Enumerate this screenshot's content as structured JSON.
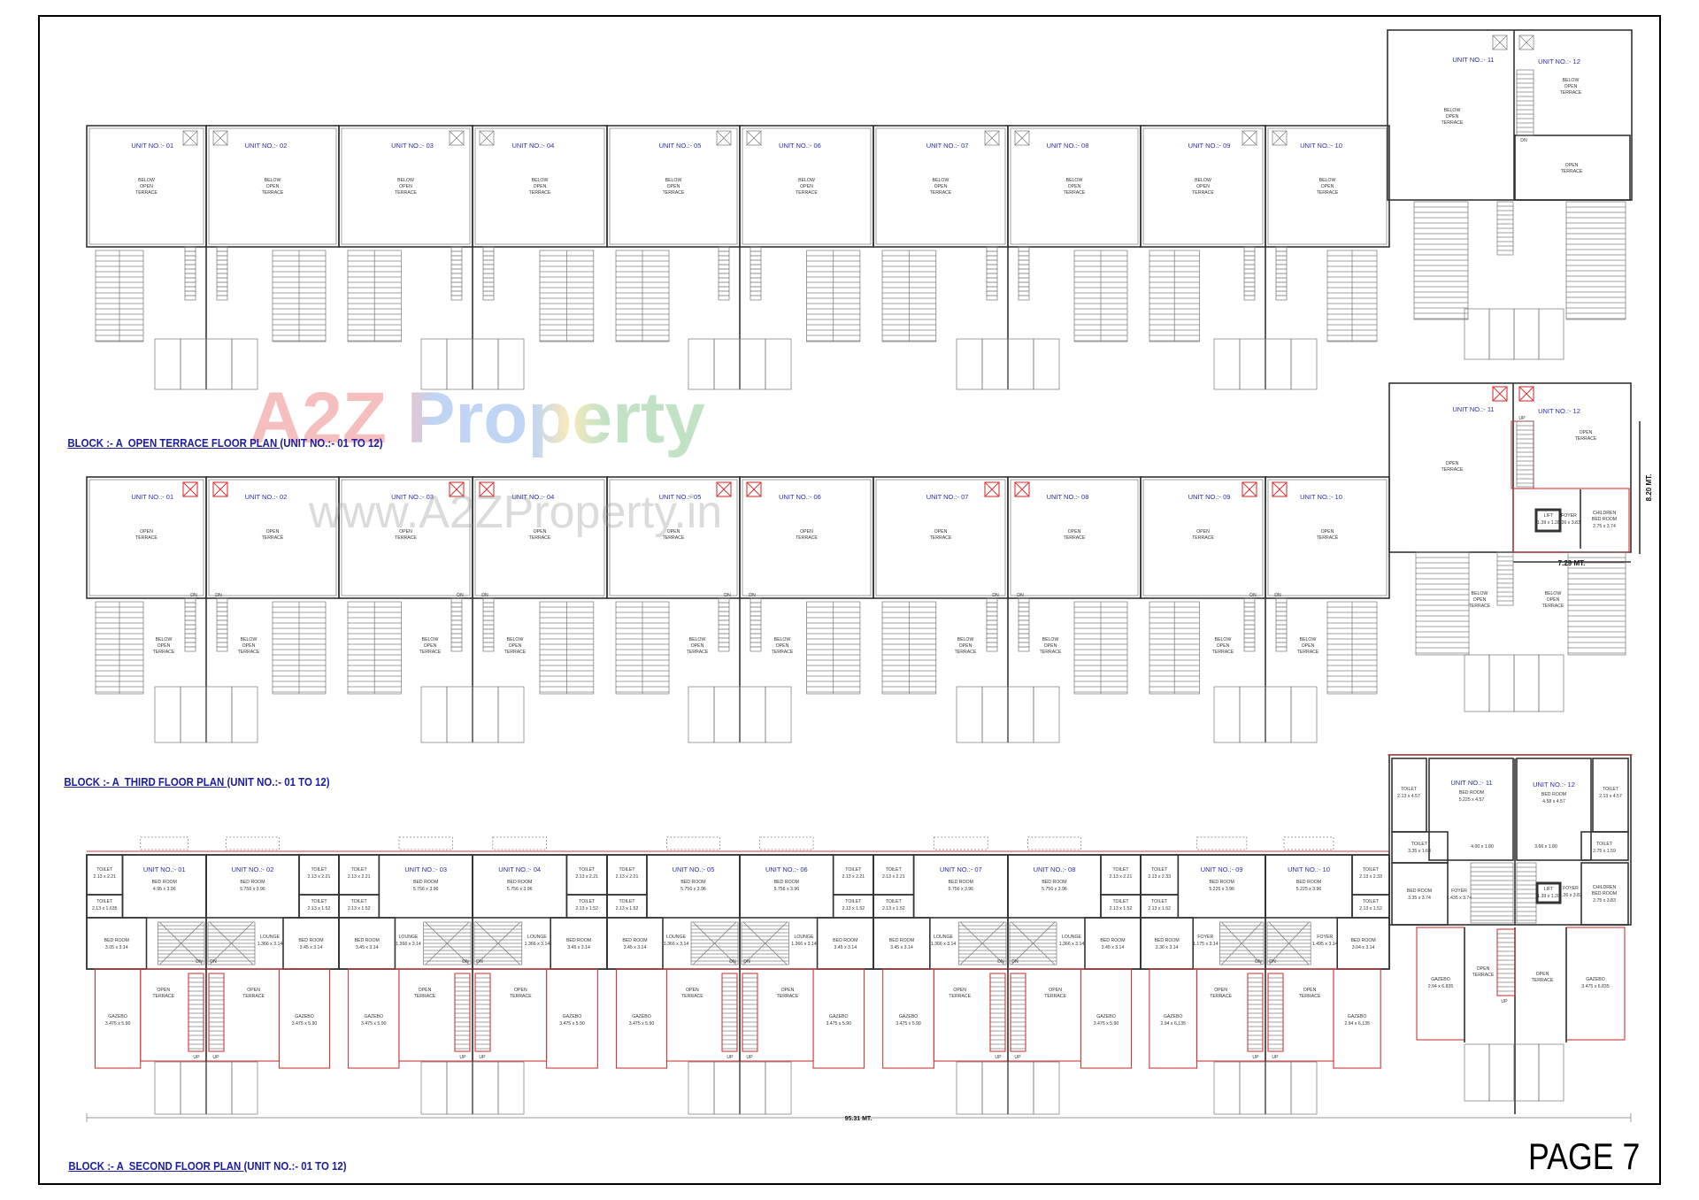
{
  "page": {
    "number_label": "PAGE 7"
  },
  "watermark": {
    "brand": "A2Z Property",
    "url": "www.A2ZProperty.in",
    "colors": [
      "#e85a5a",
      "#5b8fe0",
      "#f2c94c",
      "#5fb56a"
    ]
  },
  "common": {
    "below_open_terrace": [
      "BELOW",
      "OPEN",
      "TERRACE"
    ],
    "open_terrace": [
      "OPEN",
      "TERRACE"
    ],
    "up": "UP",
    "dn": "DN"
  },
  "colors": {
    "unit_label": "#2b2bb0",
    "title": "#1c1ca0",
    "boundary_red": "#d23a3a"
  },
  "terrace_floor": {
    "title_main": "BLOCK :- A  OPEN TERRACE FLOOR PLAN ",
    "title_units": "(UNIT NO.:- 01 TO 12)",
    "units": [
      "UNIT NO.:- 01",
      "UNIT NO.:- 02",
      "UNIT NO.:- 03",
      "UNIT NO.:- 04",
      "UNIT NO.:- 05",
      "UNIT NO.:- 06",
      "UNIT NO.:- 07",
      "UNIT NO.:- 08",
      "UNIT NO.:- 09",
      "UNIT NO.:- 10",
      "UNIT NO.:- 11",
      "UNIT NO.:- 12"
    ]
  },
  "third_floor": {
    "title_main": "BLOCK :- A  THIRD FLOOR PLAN ",
    "title_units": "(UNIT NO.:- 01 TO 12)",
    "units": [
      "UNIT NO.:- 01",
      "UNIT NO.:- 02",
      "UNIT NO.:- 03",
      "UNIT NO.:- 04",
      "UNIT NO.:- 05",
      "UNIT NO.:- 06",
      "UNIT NO.:- 07",
      "UNIT NO.:- 08",
      "UNIT NO.:- 09",
      "UNIT NO.:- 10",
      "UNIT NO.:- 11",
      "UNIT NO.:- 12"
    ],
    "lift": {
      "label": "LIFT",
      "dim": "1.39 x 1.20"
    },
    "foyer": {
      "label": "FOYER",
      "dim": "1.26 x 3.83"
    },
    "children_bedroom": {
      "label1": "CHILDREN",
      "label2": "BED ROOM",
      "dim": "2.75 x 3.74"
    },
    "dim_height": "8.20 MT.",
    "dim_width": "7.29 MT."
  },
  "second_floor": {
    "title_main": "BLOCK :- A  SECOND FLOOR PLAN ",
    "title_units": "(UNIT NO.:- 01 TO 12)",
    "overall_dim": "95.31 MT.",
    "units": [
      {
        "label": "UNIT NO.:- 01",
        "toilet_a": "2.13 x 2.21",
        "toilet_b": "2.13 x 1.635",
        "master_bedroom": "4.95 x 3.96",
        "bedroom": "3.05 x 3.14",
        "lounge": null,
        "gazebo": "3.475 x 5.90"
      },
      {
        "label": "UNIT NO.:- 02",
        "toilet_a": "2.13 x 2.21",
        "toilet_b": "2.13 x 1.52",
        "master_bedroom": "5.756 x 3.96",
        "bedroom": "3.45 x 3.14",
        "lounge": {
          "name": "LOUNGE",
          "dim": "1.366 x 3.14"
        },
        "gazebo": "3.475 x 5.90"
      },
      {
        "label": "UNIT NO.:- 03",
        "toilet_a": "2.13 x 2.21",
        "toilet_b": "2.13 x 1.52",
        "master_bedroom": "5.756 x 3.96",
        "bedroom": "3.45 x 3.14",
        "lounge": {
          "name": "LOUNGE",
          "dim": "1.366 x 3.14"
        },
        "gazebo": "3.475 x 5.90"
      },
      {
        "label": "UNIT NO.:- 04",
        "toilet_a": "2.13 x 2.21",
        "toilet_b": "2.13 x 1.52",
        "master_bedroom": "5.756 x 3.96",
        "bedroom": "3.45 x 3.14",
        "lounge": {
          "name": "LOUNGE",
          "dim": "1.366 x 3.14"
        },
        "gazebo": "3.475 x 5.90"
      },
      {
        "label": "UNIT NO.:- 05",
        "toilet_a": "2.13 x 2.21",
        "toilet_b": "2.13 x 1.52",
        "master_bedroom": "5.756 x 3.96",
        "bedroom": "3.45 x 3.14",
        "lounge": {
          "name": "LOUNGE",
          "dim": "1.366 x 3.14"
        },
        "gazebo": "3.475 x 5.90"
      },
      {
        "label": "UNIT NO.:- 06",
        "toilet_a": "2.13 x 2.21",
        "toilet_b": "2.13 x 1.52",
        "master_bedroom": "5.756 x 3.96",
        "bedroom": "3.45 x 3.14",
        "lounge": {
          "name": "LOUNGE",
          "dim": "1.366 x 3.14"
        },
        "gazebo": "3.475 x 5.90"
      },
      {
        "label": "UNIT NO.:- 07",
        "toilet_a": "2.13 x 2.21",
        "toilet_b": "2.13 x 1.52",
        "master_bedroom": "5.756 x 3.96",
        "bedroom": "3.45 x 3.14",
        "lounge": {
          "name": "LOUNGE",
          "dim": "1.366 x 3.14"
        },
        "gazebo": "3.475 x 5.90"
      },
      {
        "label": "UNIT NO.:- 08",
        "toilet_a": "2.13 x 2.21",
        "toilet_b": "2.13 x 1.52",
        "master_bedroom": "5.756 x 3.96",
        "bedroom": "3.45 x 3.14",
        "lounge": {
          "name": "LOUNGE",
          "dim": "1.366 x 3.14"
        },
        "gazebo": "3.475 x 5.90"
      },
      {
        "label": "UNIT NO.:- 09",
        "toilet_a": "2.13 x 2.33",
        "toilet_b": "2.13 x 1.52",
        "master_bedroom": "5.225 x 3.96",
        "bedroom": "3.36 x 3.14",
        "lounge": {
          "name": "FOYER",
          "dim": "1.175 x 3.14"
        },
        "gazebo": "2.94 x 6.135"
      },
      {
        "label": "UNIT NO.:- 10",
        "toilet_a": "2.13 x 2.33",
        "toilet_b": "2.13 x 1.52",
        "master_bedroom": "5.225 x 3.96",
        "bedroom": "3.04 x 3.14",
        "lounge": {
          "name": "FOYER",
          "dim": "1.495 x 3.14"
        },
        "gazebo": "2.94 x 6.135"
      }
    ],
    "room_names": {
      "toilet": "TOILET",
      "bedroom": "BED ROOM",
      "gazebo": "GAZEBO"
    },
    "unit_11": {
      "label": "UNIT NO.:- 11",
      "toilet_a": "2.13 x 4.57",
      "master_bedroom": "5.225 x 4.57",
      "toilet_b": "3.35 x 1.68",
      "passage": "4.00 x 1.80",
      "bedroom": "3.35 x 3.74",
      "foyer": {
        "name": "FOYER",
        "dim": "1.435 x 3.74"
      },
      "gazebo": "2.94 x 6.835"
    },
    "unit_12": {
      "label": "UNIT NO.:- 12",
      "master_bedroom": "4.58 x 4.57",
      "toilet_a": "2.13 x 4.57",
      "toilet_b": "2.75 x 1.59",
      "passage": "3.66 x 1.80",
      "lift": {
        "name": "LIFT",
        "dim": "1.39 x 1.20"
      },
      "foyer": {
        "name": "FOYER",
        "dim": "1.26 x 3.83"
      },
      "children_bedroom": {
        "name1": "CHILDREN",
        "name2": "BED ROOM",
        "dim": "2.75 x 3.83"
      },
      "gazebo": "3.475 x 6.835"
    }
  }
}
